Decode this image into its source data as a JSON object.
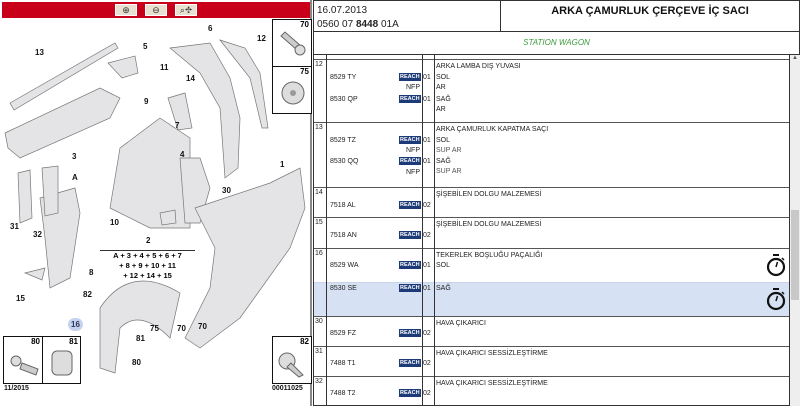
{
  "toolbar": {
    "zoom_in": "zoom-in-icon",
    "zoom_out": "zoom-out-icon",
    "zoom_fit": "zoom-fit-icon"
  },
  "diagram": {
    "labels": [
      "13",
      "5",
      "6",
      "12",
      "11",
      "14",
      "9",
      "7",
      "3",
      "4",
      "A",
      "30",
      "1",
      "31",
      "32",
      "10",
      "2",
      "8",
      "15",
      "82",
      "16",
      "75",
      "70",
      "70",
      "81",
      "80"
    ],
    "formula": [
      "A + 3 + 4 + 5 + 6 + 7",
      "+ 8 + 9 + 10 + 11",
      "+ 12 + 14 + 15"
    ],
    "boxes": [
      "70",
      "75",
      "80",
      "81",
      "82"
    ],
    "footer_left": "11/2015",
    "footer_right": "00011025"
  },
  "header": {
    "date": "16.07.2013",
    "ref_prefix": "0560 07 ",
    "ref_bold": "8448",
    "ref_suffix": " 01A",
    "title": "ARKA ÇAMURLUK ÇERÇEVE İÇ SACI"
  },
  "variant": "STATION WAGON",
  "rows": [
    {
      "num": "12",
      "lines": [
        {
          "pn": "8529 TY",
          "reach": "REACH",
          "qty": "01",
          "desc": "ARKA LAMBA DIŞ YUVASI"
        },
        {
          "desc": "SOL"
        },
        {
          "nfp": "NFP",
          "desc": "AR"
        },
        {
          "pn": "8530 QP",
          "reach": "REACH",
          "qty": "01",
          "desc": "SAĞ"
        },
        {
          "desc": "AR"
        }
      ]
    },
    {
      "num": "13",
      "lines": [
        {
          "desc": "ARKA ÇAMURLUK KAPATMA SAÇI"
        },
        {
          "pn": "8529 TZ",
          "reach": "REACH",
          "qty": "01",
          "desc": "SOL"
        },
        {
          "nfp": "NFP",
          "desc": "SUP AR"
        },
        {
          "pn": "8530 QQ",
          "reach": "REACH",
          "qty": "01",
          "desc": "SAĞ"
        },
        {
          "nfp": "NFP",
          "desc": "SUP AR"
        }
      ]
    },
    {
      "num": "14",
      "pn": "7518 AL",
      "reach": "REACH",
      "qty": "02",
      "desc": "ŞİŞEBİLEN DOLGU MALZEMESİ"
    },
    {
      "num": "15",
      "pn": "7518 AN",
      "reach": "REACH",
      "qty": "02",
      "desc": "ŞİŞEBİLEN DOLGU MALZEMESİ"
    },
    {
      "num": "16",
      "title": "TEKERLEK BOŞLUĞU PAÇALIĞI",
      "pn": "8529 WA",
      "reach": "REACH",
      "qty": "01",
      "desc": "SOL",
      "icon": "stopwatch-icon"
    },
    {
      "pn": "8530 SE",
      "reach": "REACH",
      "qty": "01",
      "desc": "SAĞ",
      "icon": "stopwatch-icon",
      "selected": true
    },
    {
      "num": "30",
      "pn": "8529 FZ",
      "reach": "REACH",
      "qty": "02",
      "desc": "HAVA ÇIKARICI"
    },
    {
      "num": "31",
      "pn": "7488 T1",
      "reach": "REACH",
      "qty": "02",
      "desc": "HAVA ÇIKARICI SESSİZLEŞTİRME"
    },
    {
      "num": "32",
      "pn": "7488 T2",
      "reach": "REACH",
      "qty": "02",
      "desc": "HAVA ÇIKARICI SESSİZLEŞTİRME"
    }
  ],
  "colors": {
    "toolbar": "#c8001a",
    "reach": "#1d3a78",
    "variant": "#3a9a3a",
    "selected": "#d6e2f4"
  }
}
